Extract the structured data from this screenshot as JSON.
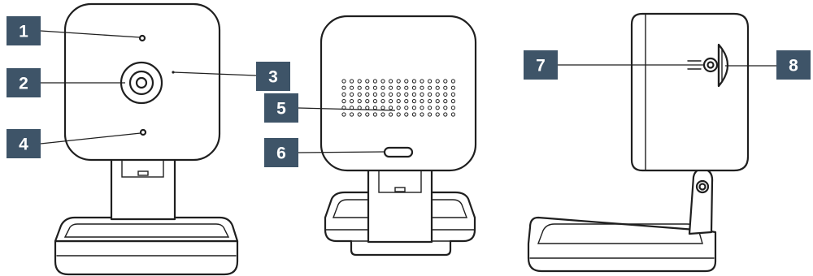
{
  "colors": {
    "badge_bg": "#3e5468",
    "badge_text": "#ffffff",
    "outline": "#1f1f1f"
  },
  "views": [
    "front",
    "back",
    "side"
  ],
  "callouts": [
    {
      "number": "1",
      "part": "front-top-dot"
    },
    {
      "number": "2",
      "part": "front-lens"
    },
    {
      "number": "3",
      "part": "front-right-dot"
    },
    {
      "number": "4",
      "part": "front-bottom-dot"
    },
    {
      "number": "5",
      "part": "back-speaker-grille"
    },
    {
      "number": "6",
      "part": "back-button"
    },
    {
      "number": "7",
      "part": "side-pin-hole"
    },
    {
      "number": "8",
      "part": "side-card-slot"
    }
  ]
}
